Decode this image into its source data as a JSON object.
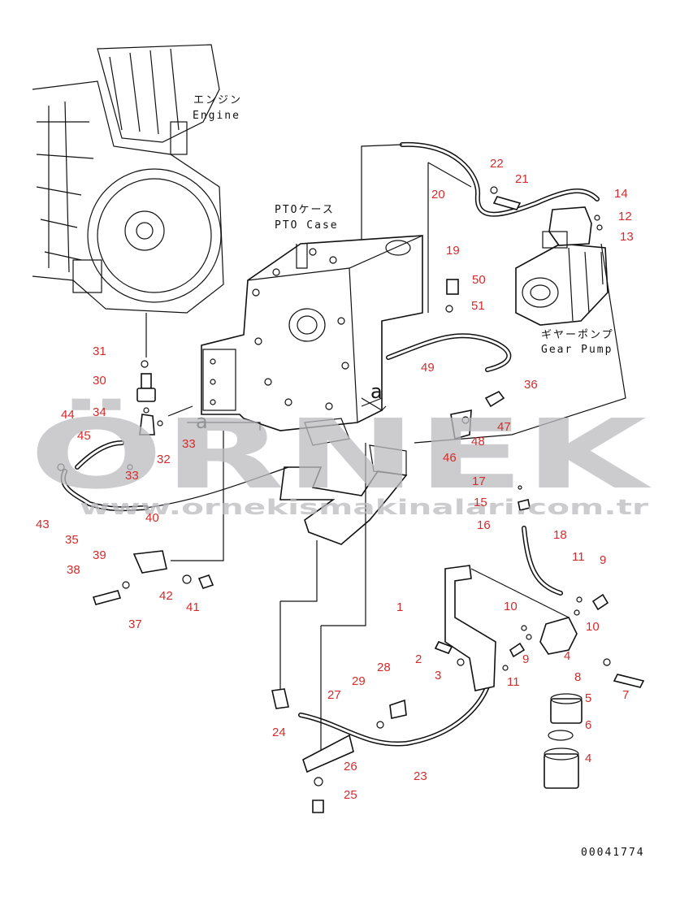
{
  "captions": {
    "engine_jp": "エンジン",
    "engine_en": "Engine",
    "pto_jp": "PTOケース",
    "pto_en": "PTO Case",
    "pump_jp": "ギヤーポンプ",
    "pump_en": "Gear Pump",
    "section_mark": "a",
    "drawing_number": "00041774"
  },
  "watermark": {
    "brand": "ÖRNEK",
    "url": "www.ornekismakinalari.com.tr",
    "color": "#bbbcc0"
  },
  "label_color": "#d22c2c",
  "callouts": [
    "1",
    "2",
    "3",
    "4",
    "5",
    "6",
    "7",
    "8",
    "9",
    "10",
    "11",
    "12",
    "13",
    "14",
    "15",
    "16",
    "17",
    "18",
    "19",
    "20",
    "21",
    "22",
    "23",
    "24",
    "25",
    "26",
    "27",
    "28",
    "29",
    "30",
    "31",
    "32",
    "33",
    "34",
    "35",
    "36",
    "37",
    "38",
    "39",
    "40",
    "41",
    "42",
    "43",
    "44",
    "45",
    "46",
    "47",
    "48",
    "49",
    "50",
    "51"
  ]
}
